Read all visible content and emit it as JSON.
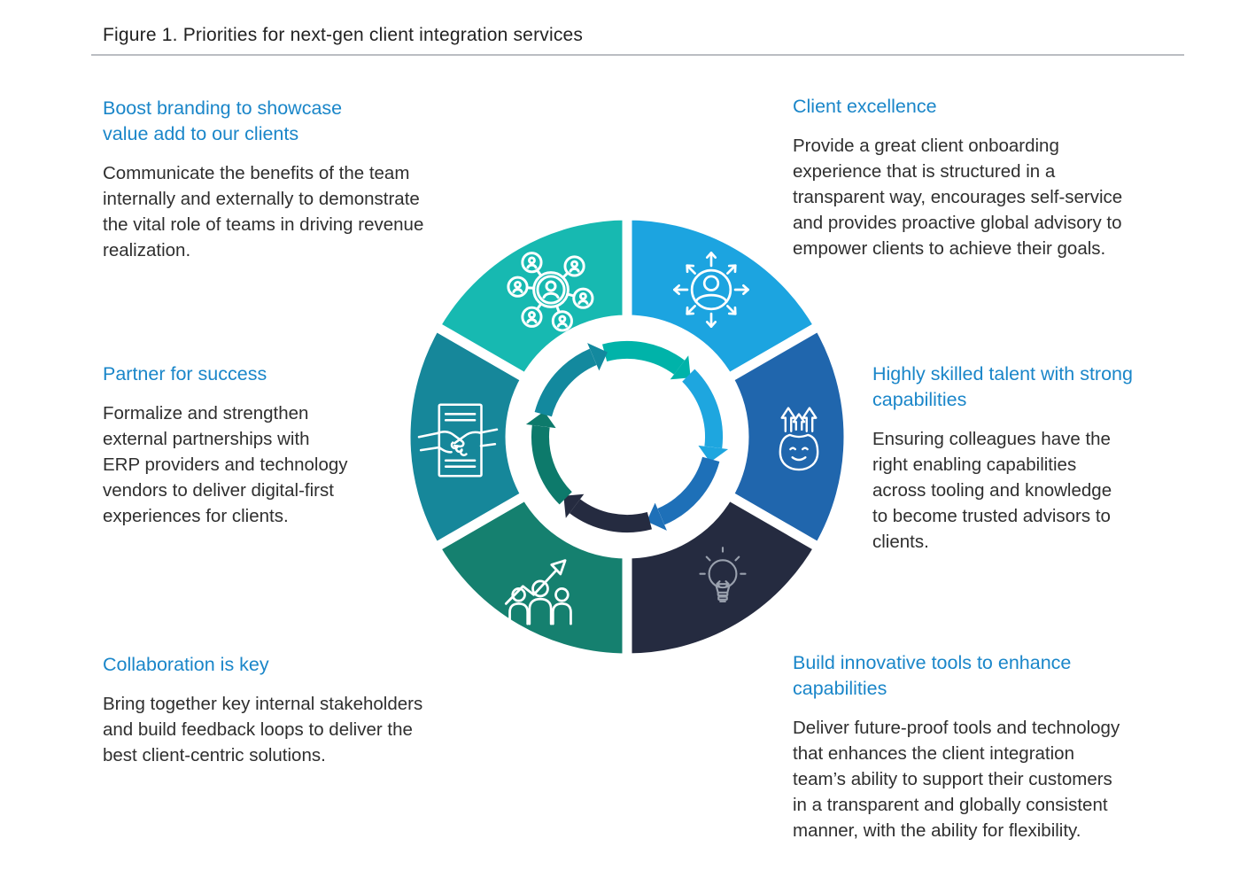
{
  "figure": {
    "title": "Figure 1. Priorities for next-gen client integration services"
  },
  "palette": {
    "heading_blue": "#1a86c9",
    "body_text": "#2f2f2f",
    "title_text": "#222222",
    "divider": "#babdc2"
  },
  "blocks": {
    "boost_branding": {
      "heading": "Boost branding to showcase\nvalue add to our clients",
      "body": "Communicate the benefits of the team\ninternally and externally to demonstrate\nthe vital role of teams in driving revenue\nrealization."
    },
    "client_excellence": {
      "heading": "Client excellence",
      "body": "Provide a great client onboarding\nexperience that is structured in a\ntransparent way, encourages self-service\nand provides proactive global advisory to\nempower clients to achieve their goals."
    },
    "partner_for_success": {
      "heading": "Partner for success",
      "body": "Formalize and strengthen\nexternal partnerships with\nERP providers and technology\nvendors to deliver digital-first\nexperiences for clients."
    },
    "skilled_talent": {
      "heading": "Highly skilled talent with strong\ncapabilities",
      "body": "Ensuring colleagues have the\nright enabling capabilities\nacross tooling and knowledge\nto become trusted advisors to\nclients."
    },
    "collaboration": {
      "heading": "Collaboration is key",
      "body": "Bring together key internal stakeholders\nand build feedback loops to deliver the\nbest client-centric solutions."
    },
    "innovative_tools": {
      "heading": "Build innovative tools to enhance\ncapabilities",
      "body": "Deliver future-proof tools and technology\nthat enhances the client integration\nteam’s ability to support their customers\nin a transparent and globally consistent\nmanner, with the ability for flexibility."
    }
  },
  "donut": {
    "segments": [
      {
        "id": "client-excellence",
        "color": "#1ca4e0",
        "icon": "person-arrows-icon"
      },
      {
        "id": "skilled-talent",
        "color": "#2066ad",
        "icon": "growth-mind-icon"
      },
      {
        "id": "innovative-tools",
        "color": "#252b40",
        "icon": "lightbulb-icon"
      },
      {
        "id": "collaboration",
        "color": "#15806f",
        "icon": "team-growth-icon"
      },
      {
        "id": "partner-for-success",
        "color": "#16879a",
        "icon": "partnership-icon"
      },
      {
        "id": "boost-branding",
        "color": "#17b9b1",
        "icon": "people-network-icon"
      }
    ],
    "arrows": [
      {
        "color": "#00b3a9"
      },
      {
        "color": "#1ea6df"
      },
      {
        "color": "#1e70b8"
      },
      {
        "color": "#252b40"
      },
      {
        "color": "#0d7a6b"
      },
      {
        "color": "#13899e"
      }
    ]
  }
}
